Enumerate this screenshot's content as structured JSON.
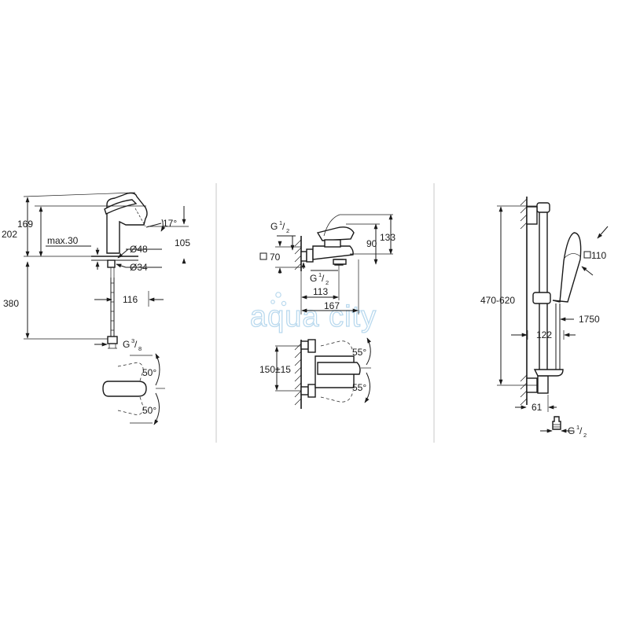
{
  "watermark": {
    "text": "aqua city",
    "color": "#b9d9ee"
  },
  "basin_mixer": {
    "height_202": "202",
    "height_169": "169",
    "max_30": "max.30",
    "angle_17": "17°",
    "reach_105": "105",
    "dia_48": "Ø48",
    "dia_34": "Ø34",
    "hose_380": "380",
    "dist_116": "116",
    "thread_g": "G",
    "thread_num": "3",
    "thread_den": "8",
    "angle_top": "50°",
    "angle_bottom": "50°"
  },
  "bath_mixer": {
    "inlet_g": "G",
    "inlet_num": "1",
    "inlet_den": "2",
    "square_70": "70",
    "height_133": "133",
    "height_90": "90",
    "outlet_g": "G",
    "outlet_num": "1",
    "outlet_den": "2",
    "width_113": "113",
    "width_167": "167",
    "centres": "150±15",
    "angle_top": "55°",
    "angle_bottom": "55°"
  },
  "shower_rail": {
    "rail_range": "470-620",
    "square_110": "110",
    "hose_1750": "1750",
    "width_122": "122",
    "depth_61": "61",
    "thread_g": "G",
    "thread_num": "1",
    "thread_den": "2"
  }
}
